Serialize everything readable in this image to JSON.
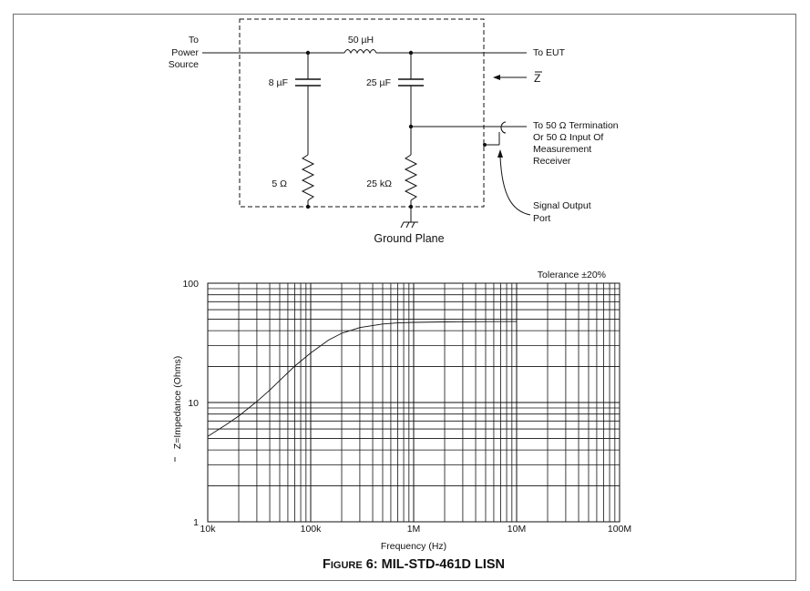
{
  "schematic": {
    "to_power_source": [
      "To",
      "Power",
      "Source"
    ],
    "inductor_label": "50 µH",
    "to_eut": "To EUT",
    "z_label": "Z",
    "cap1_label": "8 µF",
    "cap2_label": "25 µF",
    "res1_label": "5 Ω",
    "res2_label": "25 kΩ",
    "termination": [
      "To 50 Ω Termination",
      "Or 50 Ω Input Of",
      "Measurement",
      "Receiver"
    ],
    "signal_output": [
      "Signal Output",
      "Port"
    ],
    "ground_plane": "Ground Plane"
  },
  "chart_data": {
    "type": "line",
    "x_scale": "log",
    "y_scale": "log",
    "xlim": [
      10000,
      100000000
    ],
    "ylim": [
      1,
      100
    ],
    "x_ticks": [
      "10k",
      "100k",
      "1M",
      "10M",
      "100M"
    ],
    "y_ticks": [
      "1",
      "10",
      "100"
    ],
    "xlabel": "Frequency (Hz)",
    "ylabel": "Z=Impedance (Ohms)",
    "annotation": "Tolerance ±20%",
    "grid": true,
    "series": [
      {
        "x": [
          10000,
          15000,
          20000,
          30000,
          40000,
          50000,
          70000,
          100000,
          150000,
          200000,
          300000,
          500000,
          700000,
          1000000,
          2000000,
          5000000,
          10000000
        ],
        "y": [
          5.2,
          6.5,
          7.7,
          10.2,
          12.7,
          15.3,
          20.2,
          26.0,
          33.5,
          38.0,
          42.5,
          45.5,
          46.5,
          47.0,
          47.4,
          47.6,
          47.7
        ]
      }
    ]
  },
  "caption": {
    "f": "F",
    "igure": "IGURE",
    "rest": " 6: MIL-STD-461D LISN"
  }
}
